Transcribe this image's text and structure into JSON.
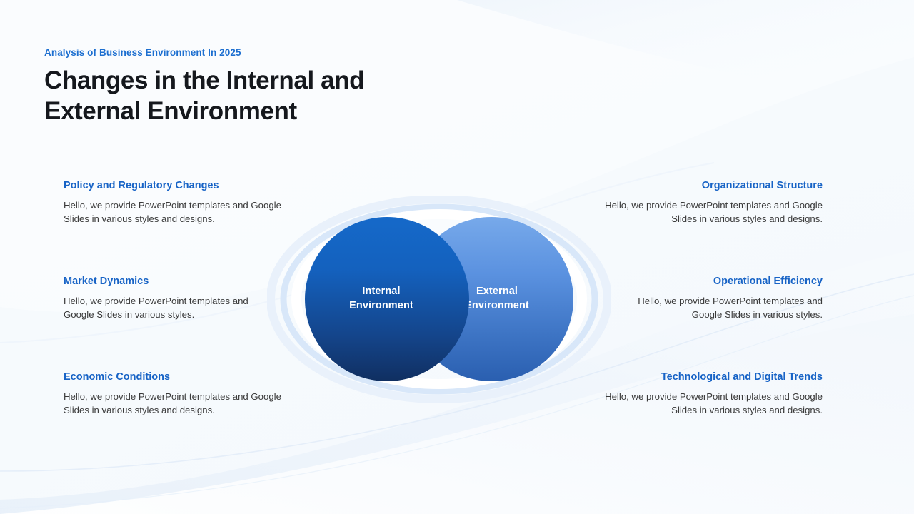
{
  "slide": {
    "background_color": "#f7fafd",
    "accent_color": "#1763c6",
    "eyebrow_color": "#1d6fd0",
    "title_color": "#15181d",
    "body_color": "#3a3a3a"
  },
  "header": {
    "eyebrow": "Analysis of Business Environment In 2025",
    "title": "Changes in the Internal and External Environment"
  },
  "diagram": {
    "type": "venn",
    "ring_color": "#dce8f8",
    "circles": [
      {
        "label_line1": "Internal",
        "label_line2": "Environment",
        "gradient_from": "#1569c9",
        "gradient_to": "#102f61"
      },
      {
        "label_line1": "External",
        "label_line2": "Environment",
        "gradient_from": "#77a9ea",
        "gradient_to": "#2a5fb0"
      }
    ]
  },
  "features": {
    "left": [
      {
        "title": "Policy and Regulatory Changes",
        "body": "Hello, we provide PowerPoint templates and Google Slides in various styles and designs."
      },
      {
        "title": "Market Dynamics",
        "body": "Hello, we provide PowerPoint templates and Google Slides in various styles."
      },
      {
        "title": "Economic Conditions",
        "body": "Hello, we provide PowerPoint templates and Google Slides in various styles and designs."
      }
    ],
    "right": [
      {
        "title": "Organizational Structure",
        "body": "Hello, we provide PowerPoint templates and Google Slides in various styles and designs."
      },
      {
        "title": "Operational Efficiency",
        "body": "Hello, we provide PowerPoint templates and Google Slides in various styles."
      },
      {
        "title": "Technological and Digital Trends",
        "body": "Hello, we provide PowerPoint templates and Google Slides in various styles and designs."
      }
    ]
  }
}
